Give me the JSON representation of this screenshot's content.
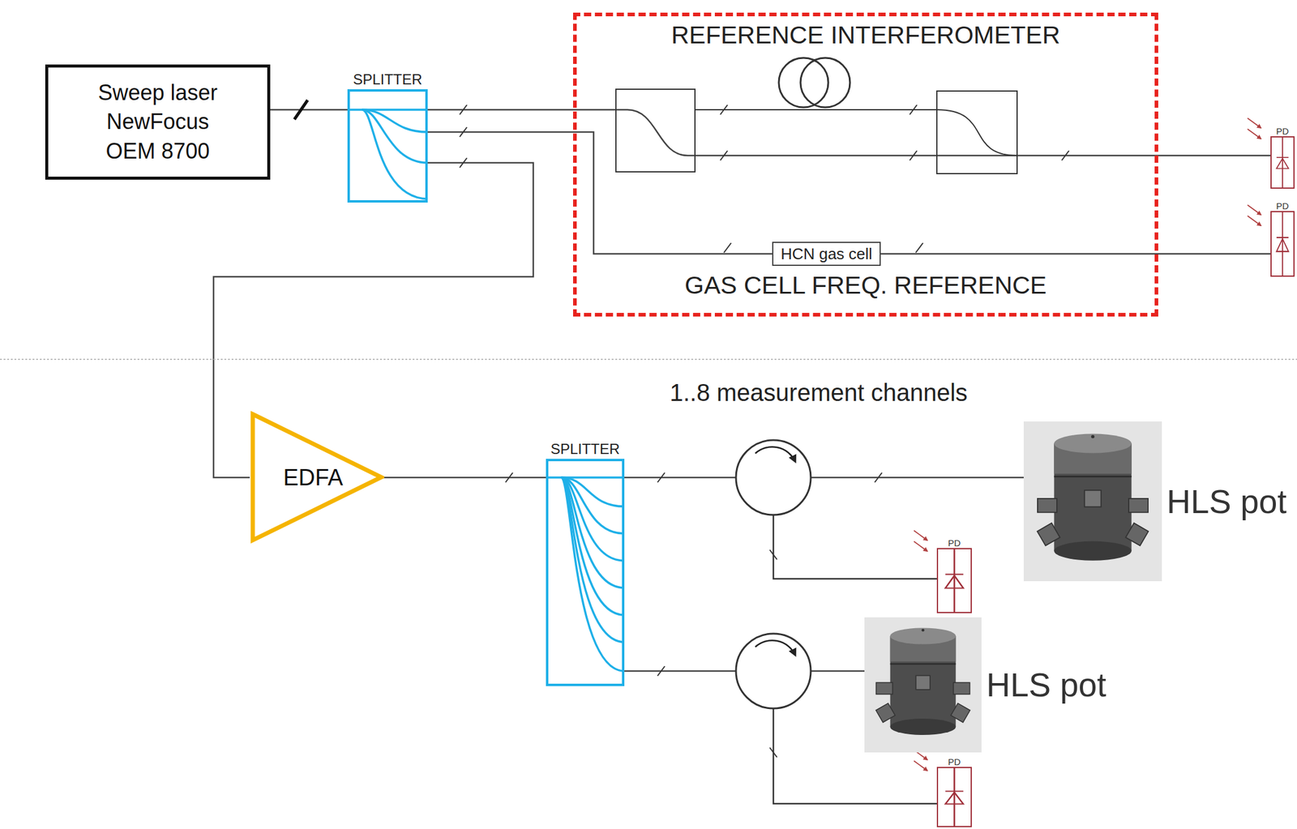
{
  "diagram": {
    "nodes": [
      {
        "text": [
          "Sweep laser NewFocus OEM 8700"
        ]
      },
      {
        "text": [
          "SPLITTER"
        ]
      },
      {
        "text": [
          "REFERENCE INTERFEROMETER",
          "GAS CELL FREQ. REFERENCE"
        ]
      },
      {
        "text": [
          "HCN gas cell"
        ],
        "in": 2
      },
      {
        "text": [
          "PD"
        ]
      },
      {
        "text": [
          "PD"
        ]
      },
      {
        "text": [
          "EDFA"
        ]
      },
      {
        "text": [
          "SPLITTER"
        ]
      },
      {
        "text": [
          "HLS pot"
        ]
      },
      {
        "text": [
          "PD"
        ]
      },
      {
        "text": [
          "HLS pot"
        ]
      },
      {
        "text": [
          "PD"
        ]
      }
    ],
    "edges": [
      {
        "from": 0,
        "to": 1,
        "arrow": "none"
      },
      {
        "from": 1,
        "to": 4,
        "arrow": "none"
      },
      {
        "from": 1,
        "to": 3,
        "arrow": "none"
      },
      {
        "from": 3,
        "to": 5,
        "arrow": "none"
      },
      {
        "from": 1,
        "to": 6,
        "arrow": "none"
      },
      {
        "from": 6,
        "to": 7,
        "arrow": "none"
      },
      {
        "from": 7,
        "to": 8,
        "arrow": "none"
      },
      {
        "from": 7,
        "to": 10,
        "arrow": "none"
      }
    ],
    "labels": [
      "1..8 measurement channels"
    ]
  }
}
